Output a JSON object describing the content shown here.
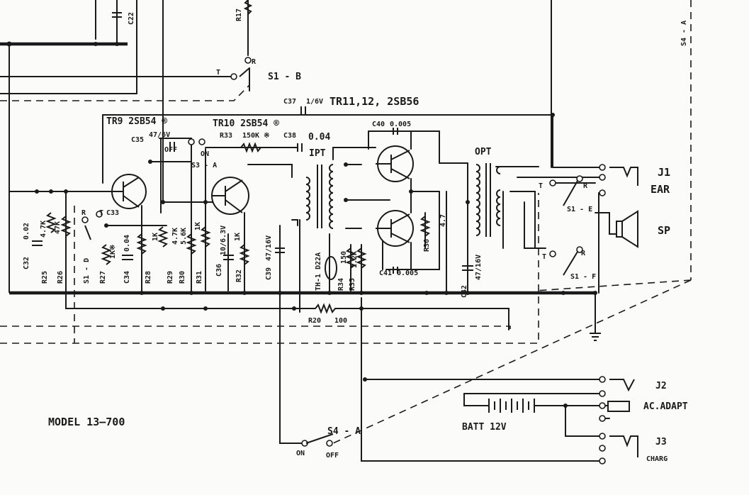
{
  "model": "MODEL  13—700",
  "transistors": {
    "tr9": "TR9 2SB54 ®",
    "tr10": "TR10 2SB54 ®",
    "tr11_12": "TR11,12, 2SB56"
  },
  "transformers": {
    "ipt": "IPT",
    "opt": "OPT"
  },
  "jacks": {
    "j1": "J1",
    "ear": "EAR",
    "sp": "SP",
    "j2": "J2",
    "ac_adapt": "AC.ADAPT",
    "j3": "J3",
    "charg": "CHARG"
  },
  "battery": "BATT  12V",
  "switches": {
    "s1_b": "S1 - B",
    "s1_d": "S1 - D",
    "s1_e": "S1 - E",
    "s1_f": "S1 - F",
    "s3_a": "S3 - A",
    "s4_a_top": "S4 - A",
    "s4_a": "S4 - A",
    "t": "T",
    "r": "R",
    "on": "ON",
    "off": "OFF"
  },
  "components": {
    "r17": "R17",
    "c22": "C22",
    "c32": "C32",
    "c32_val": "0.02",
    "r25": "R25",
    "r25_val": "4.7K",
    "r26": "R26",
    "r26_val": "47K",
    "r27": "R27",
    "r27_val": "1K※",
    "c33": "C33",
    "c34": "C34",
    "c34_val": "0.04",
    "c35": "C35",
    "c35_val": "47/6V",
    "r28": "R28",
    "r28_val": "1K",
    "r29": "R29",
    "r29_val": "4.7K",
    "r30": "R30",
    "r30_val": "5.6K",
    "r31": "R31",
    "r31_val": "1K",
    "c36": "C36",
    "c36_val": "10/6.3V",
    "r32": "R32",
    "r32_val": "1K",
    "r33": "R33",
    "r33_val": "150K ※",
    "c38": "C38",
    "c38_val": "0.04",
    "c37": "C37",
    "c37_val": "1/6V",
    "c39": "C39",
    "c39_val": "47/16V",
    "th": "TH-1 D22A",
    "r34": "R34",
    "r34_val": "150",
    "r35": "R35",
    "r35_val": "1.2K",
    "c40": "C40",
    "c40_val": "0.005",
    "c41": "C41",
    "c41_val": "0.005",
    "r36": "R36",
    "r36_val": "4.7",
    "c42": "C42",
    "c42_val": "47/16V",
    "r20": "R20",
    "r20_val": "100"
  }
}
